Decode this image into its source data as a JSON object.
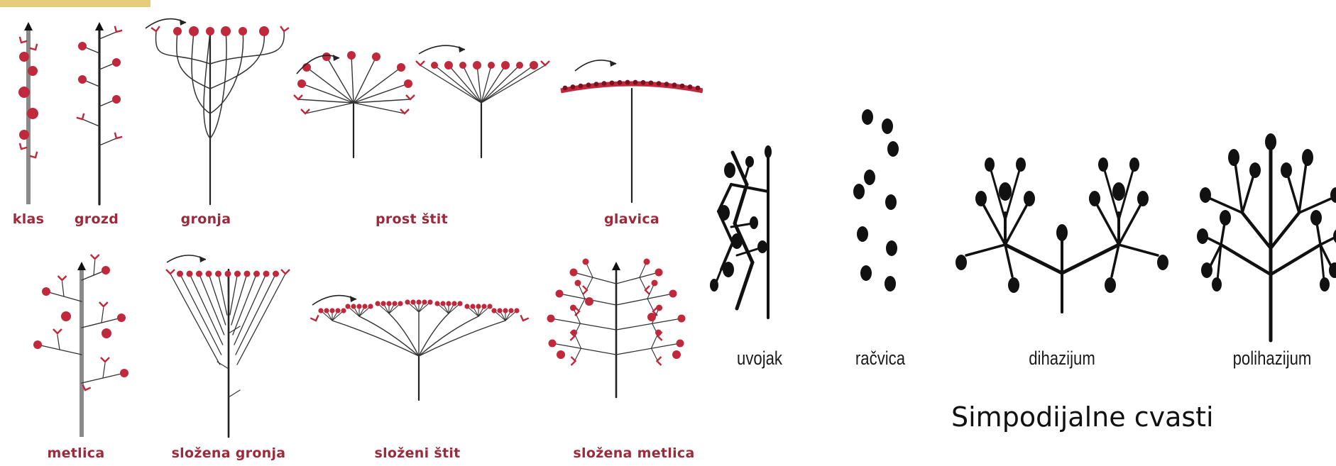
{
  "left_labels": {
    "klas": "klas",
    "grozd": "grozd",
    "gronja": "gronja",
    "prost_stit": "prost štit",
    "glavica": "glavica",
    "metlica": "metlica",
    "slozena_gronja": "složena gronja",
    "slozeni_stit": "složeni štit",
    "slozena_metlica": "složena metlica"
  },
  "right_labels": {
    "uvojak": "uvojak",
    "racvica": "račvica",
    "dihazijum": "dihazijum",
    "polihazijum": "polihazijum"
  },
  "caption": "Simpodijalne cvasti",
  "colors": {
    "flower": "#c0283c",
    "stem": "#333333",
    "label": "#9b2a3a",
    "accent_tab": "#e6cd7c"
  }
}
